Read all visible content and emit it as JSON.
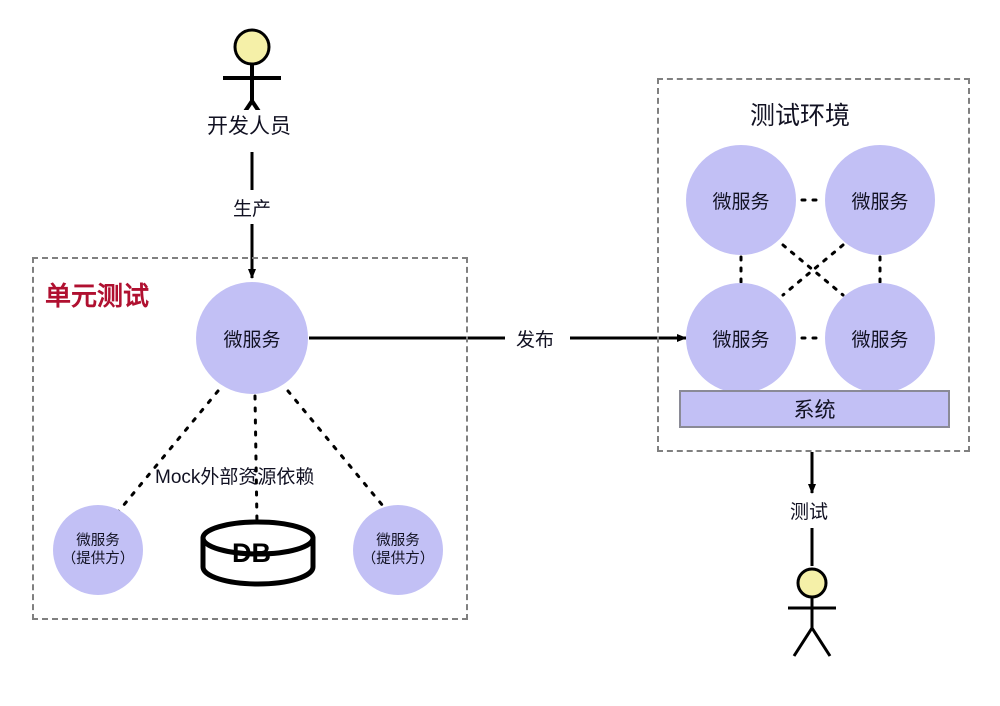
{
  "diagram": {
    "title_unit_test": "单元测试",
    "title_test_env": "测试环境"
  },
  "actors": {
    "developer": {
      "label": "开发人员",
      "head_color": "#f5f0a8"
    },
    "tester": {
      "label": "测试",
      "head_color": "#f5f0a8"
    }
  },
  "edges": {
    "produce": "生产",
    "publish": "发布",
    "mock": "Mock外部资源依赖",
    "test": "测试"
  },
  "unit_test_box": {
    "main_service": "微服务",
    "db": "DB",
    "providers": [
      {
        "line1": "微服务",
        "line2": "（提供方）"
      },
      {
        "line1": "微服务",
        "line2": "（提供方）"
      }
    ]
  },
  "test_env_box": {
    "services": [
      {
        "label": "微服务"
      },
      {
        "label": "微服务"
      },
      {
        "label": "微服务"
      },
      {
        "label": "微服务"
      }
    ],
    "system_bar": "系统"
  },
  "colors": {
    "service_fill": "#c2c0f5",
    "unit_test_label": "#b01030",
    "box_border": "#808080",
    "actor_head": "#f5f0a8",
    "line": "#000000"
  }
}
